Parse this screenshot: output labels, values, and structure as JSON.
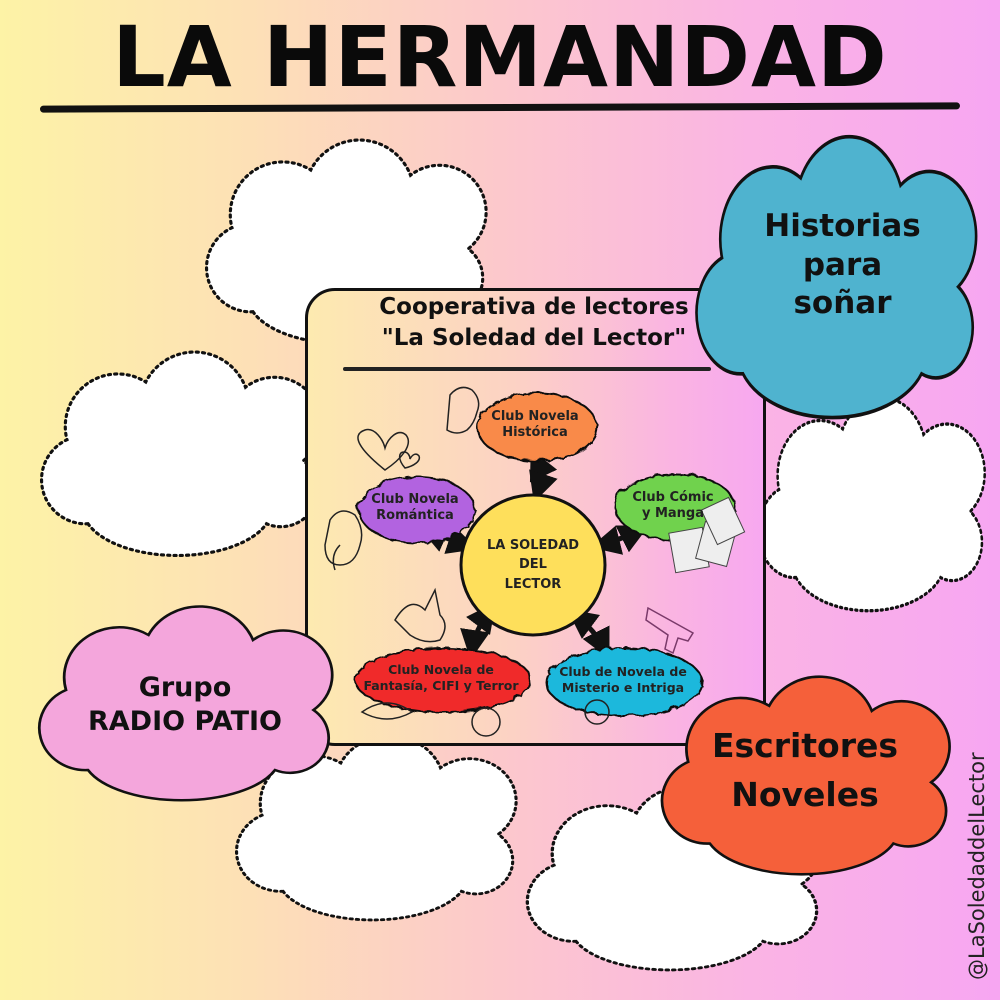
{
  "title": "LA HERMANDAD",
  "clouds": {
    "blue": {
      "line1": "Historias",
      "line2": "para",
      "line3": "soñar",
      "color": "#4fb3cf"
    },
    "pink": {
      "line1": "Grupo",
      "line2": "RADIO PATIO",
      "color": "#f4a6dc"
    },
    "orange": {
      "line1": "Escritores",
      "line2": "Noveles",
      "color": "#f5603a"
    }
  },
  "card": {
    "title_line1": "Cooperativa de lectores",
    "title_line2": "\"La Soledad del Lector\"",
    "center": {
      "line1": "LA SOLEDAD",
      "line2": "DEL",
      "line3": "LECTOR",
      "color": "#fedf5b"
    },
    "nodes": [
      {
        "line1": "Club Novela",
        "line2": "Histórica",
        "color": "#f98a4a",
        "icon": "bust-illustration-icon"
      },
      {
        "line1": "Club Novela",
        "line2": "Romántica",
        "color": "#b264e0",
        "icon": "hearts-icon"
      },
      {
        "line1": "Club Cómic",
        "line2": "y Manga",
        "color": "#6fd24e",
        "icon": "comic-pages-icon"
      },
      {
        "line1": "Club Novela de",
        "line2": "Fantasía, CIFI y Terror",
        "color": "#f02a2a",
        "icon": "dragon-icon"
      },
      {
        "line1": "Club de Novela de",
        "line2": "Misterio  e Intriga",
        "color": "#1fb8dc",
        "icon": "pistol-magnifier-icon"
      }
    ]
  },
  "watermark": "@LaSoledaddelLector"
}
